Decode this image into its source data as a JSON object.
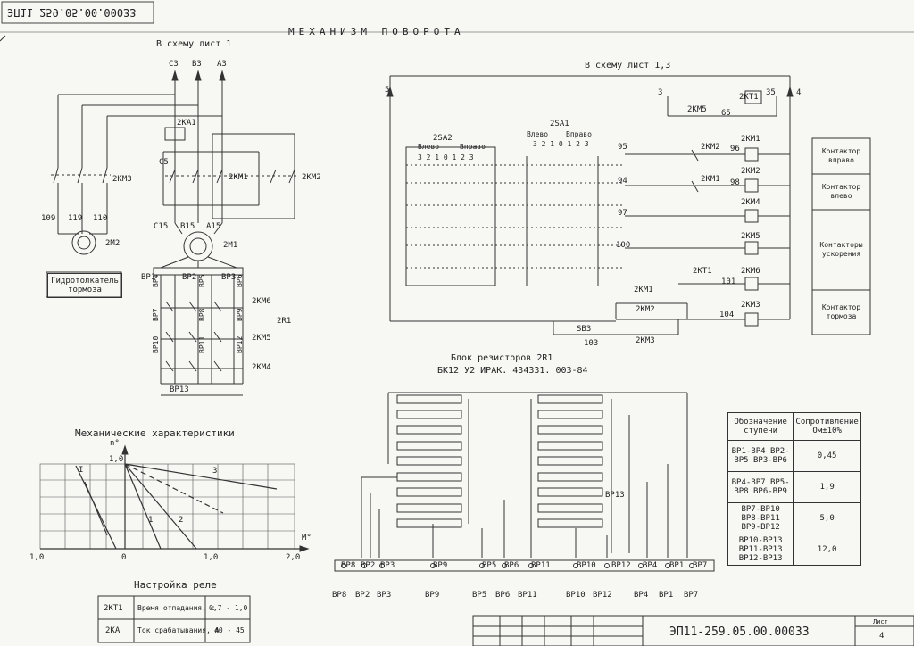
{
  "doc_id_top": "ЭП11-259.05.00.00033",
  "title": "МЕХАНИЗМ   ПОВОРОТА",
  "to_sheet_1": "В схему лист 1",
  "to_sheet_13": "В схему лист 1,3",
  "phases_top": [
    "С3",
    "В3",
    "А3"
  ],
  "phases_bottom": [
    "С15",
    "В15",
    "А15"
  ],
  "c5": "С5",
  "ka1": "2КА1",
  "km1": "2КМ1",
  "km2": "2КМ2",
  "km3": "2КМ3",
  "wire_nums": [
    "109",
    "119",
    "110"
  ],
  "m2": "2М2",
  "m1": "2М1",
  "brake": "Гидротолкатель тормоза",
  "r1": "2R1",
  "bp_top": [
    "ВР1",
    "ВР2",
    "ВР3"
  ],
  "bp_side": [
    "ВР4",
    "ВР5",
    "ВР6",
    "ВР7",
    "ВР8",
    "ВР9",
    "ВР10",
    "ВР11",
    "ВР12"
  ],
  "bp13": "ВР13",
  "km6": "2КМ6",
  "km5": "2КМ5",
  "km4": "2КМ4",
  "ctrl": {
    "n5": "5",
    "n3": "3",
    "n35": "35",
    "n4": "4",
    "km5_65": "2КМ5",
    "n65": "65",
    "kt1": "2КТ1",
    "sa2": "2SA2",
    "sa1": "2SA1",
    "left": "Влево",
    "right": "Вправо",
    "pos": "3 2 1 0 1 2 3",
    "wire_95": "95",
    "wire_94": "94",
    "wire_97": "97",
    "wire_100": "100",
    "wire_96": "96",
    "wire_98": "98",
    "wire_101": "101",
    "wire_104": "104",
    "wire_103": "103",
    "coil_labels": [
      "2КМ1",
      "2КМ2",
      "2КМ4",
      "2КМ5",
      "2КМ6",
      "2КМ3"
    ],
    "km2_contact": "2КМ2",
    "km1_contact": "2КМ1",
    "kt1_contact": "2КТ1",
    "km1_lower": "2КМ1",
    "km2_lower": "2КМ2",
    "sb3": "SB3",
    "km3_lower": "2КМ3"
  },
  "legend_boxes": [
    "Контактор вправо",
    "Контактор влево",
    "Контакторы ускорения",
    "Контактор тормоза"
  ],
  "resistor_block_title": "Блок резисторов 2R1",
  "resistor_block_code": "БК12 У2 ИРАК. 434331. 003-84",
  "bp13_label": "ВР13",
  "terminals": [
    "ВР8",
    "ВР2",
    "ВР3",
    "ВР9",
    "ВР5",
    "ВР6",
    "ВР11",
    "ВР10",
    "ВР12",
    "ВР4",
    "ВР1",
    "ВР7"
  ],
  "terminals_bottom": [
    "ВР8",
    "ВР2",
    "ВР3",
    "ВР9",
    "ВР5",
    "ВР6",
    "ВР11",
    "ВР10",
    "ВР12",
    "ВР4",
    "ВР1",
    "ВР7"
  ],
  "res_table": {
    "h1": "Обозначение ступени",
    "h2": "Сопротивление Ом±10%",
    "rows": [
      {
        "steps": "ВР1-ВР4 ВР2-ВР5 ВР3-ВР6",
        "value": "0,45"
      },
      {
        "steps": "ВР4-ВР7 ВР5-ВР8 ВР6-ВР9",
        "value": "1,9"
      },
      {
        "steps": "ВР7-ВР10 ВР8-ВР11 ВР9-ВР12",
        "value": "5,0"
      },
      {
        "steps": "ВР10-ВР13 ВР11-ВР13 ВР12-ВР13",
        "value": "12,0"
      }
    ]
  },
  "mech_title": "Механические характеристики",
  "mech_axis": {
    "n": "n°",
    "m": "M°",
    "one": "1,0",
    "x_neg": "1,0",
    "x0": "0",
    "x1": "1,0",
    "x2": "2,0"
  },
  "mech_curves": [
    "I",
    "1",
    "2",
    "3"
  ],
  "relay_title": "Настройка реле",
  "relay": [
    {
      "dev": "2КТ1",
      "param": "Время отпадания, с",
      "val": "0,7 - 1,0"
    },
    {
      "dev": "2КА",
      "param": "Ток срабатывания, А",
      "val": "40 - 45"
    }
  ],
  "stamp": {
    "doc": "ЭП11-259.05.00.00033",
    "sheet_lbl": "Лист",
    "sheet": "4"
  }
}
